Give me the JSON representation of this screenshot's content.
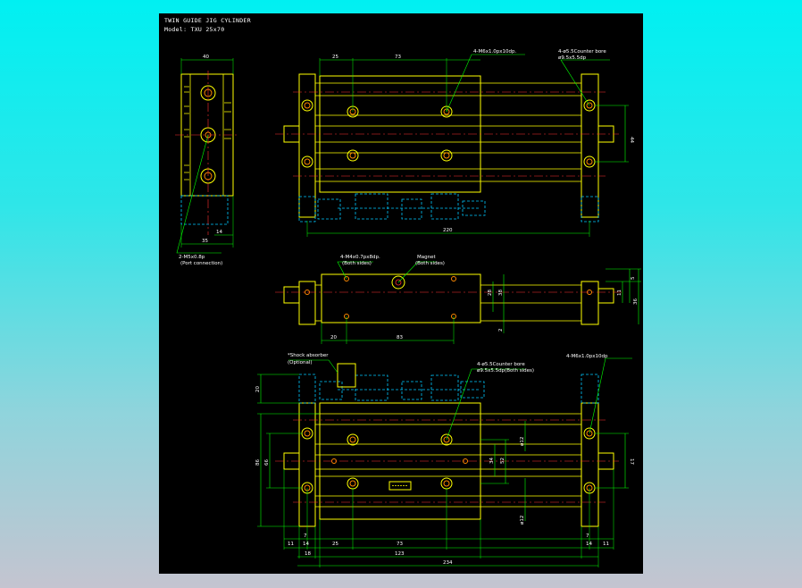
{
  "title": {
    "line1": "TWIN GUIDE JIG CYLINDER",
    "line2": "Model: TXU 25x70"
  },
  "side_view": {
    "dim_top": "40",
    "dim_14": "14",
    "dim_35": "35",
    "port_label": "2-M5x0.8p",
    "port_sub": "(Port connection)"
  },
  "top_view": {
    "dim_25": "25",
    "dim_73": "73",
    "dim_220": "220",
    "dim_44": "44",
    "callout_m6": "4-M6x1.0px10dp.",
    "callout_cb1": "4-ø5.5Counter bore",
    "callout_cb2": "ø9.5x5.5dp"
  },
  "mid_view": {
    "callout_m4": "4-M4x0.7px8dp.",
    "callout_m4_sub": "(Both sides)",
    "magnet": "Magnet",
    "magnet_sub": "(Both sides)",
    "dim_20": "20",
    "dim_83": "83",
    "dim_28": "28",
    "dim_38": "38",
    "dim_2": "2",
    "dim_11": "11",
    "dim_5": "5",
    "dim_36": "36"
  },
  "bottom_view": {
    "shock_label": "*Shock absorber",
    "shock_sub": "(Optional)",
    "callout_cb1": "4-ø5.5Counter bore",
    "callout_cb2": "ø9.5x5.5dp(Both sides)",
    "callout_m6": "4-M6x1.0px10dp",
    "dim_20": "20",
    "dim_86": "86",
    "dim_66": "66",
    "dim_12a": "ø12",
    "dim_12b": "ø12",
    "dim_34": "34",
    "dim_52": "52",
    "dim_17": "17",
    "dim_7a": "7",
    "dim_7b": "7",
    "dim_11a": "11",
    "dim_14a": "14",
    "dim_25": "25",
    "dim_73": "73",
    "dim_14b": "14",
    "dim_11b": "11",
    "dim_18": "18",
    "dim_123": "123",
    "dim_234": "234"
  }
}
